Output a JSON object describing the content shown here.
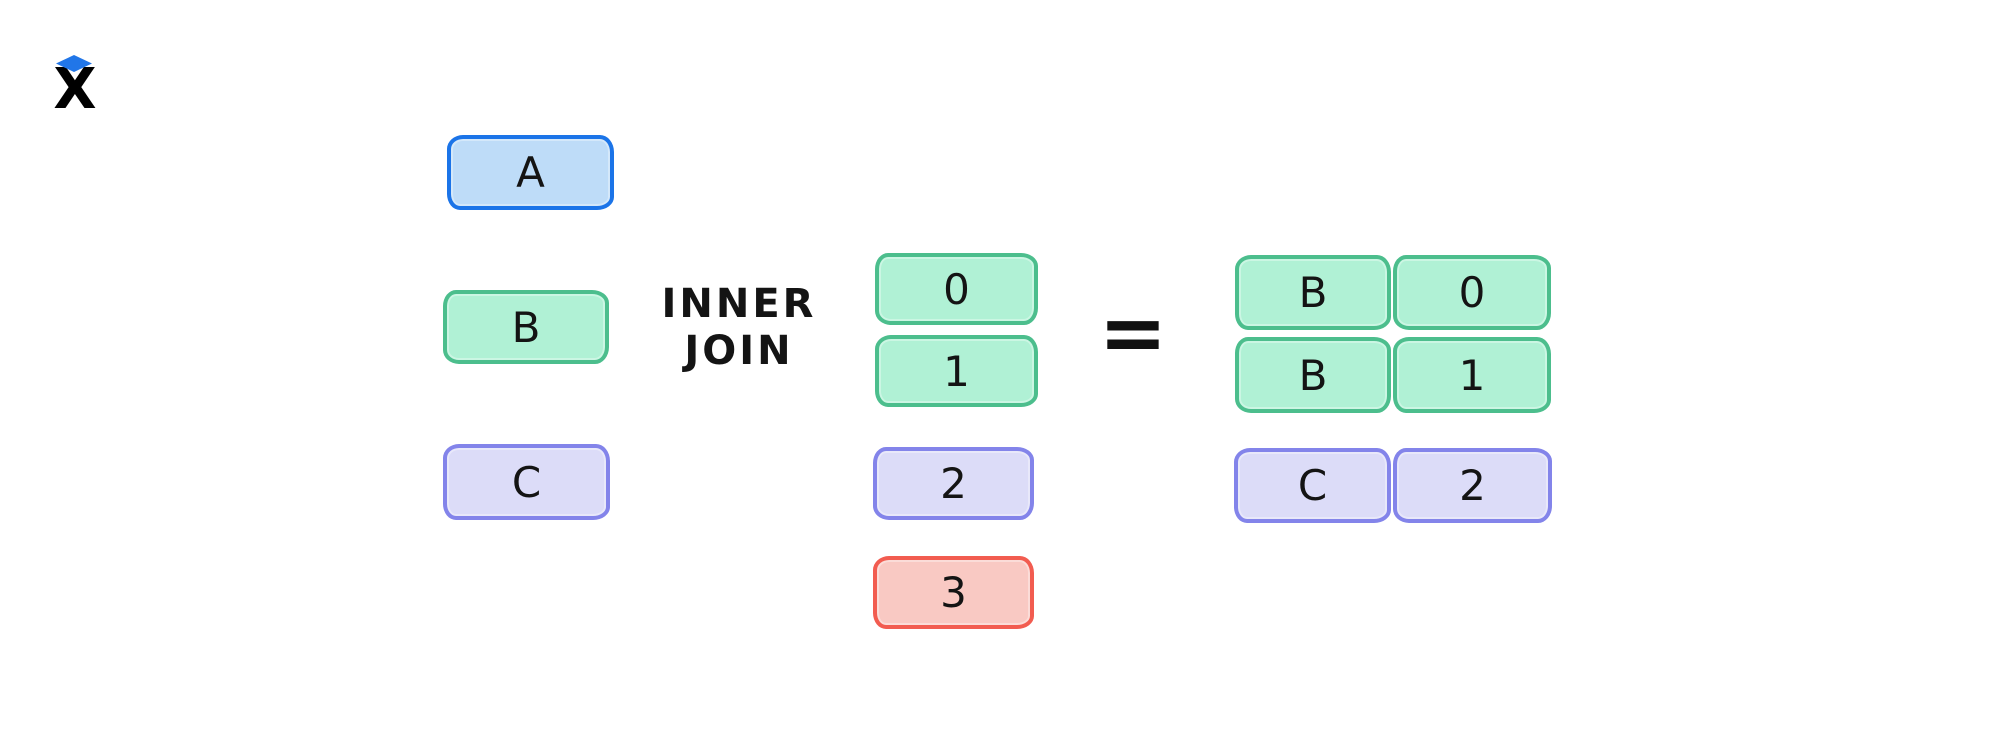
{
  "background": "#ffffff",
  "logo": {
    "letter": "X",
    "diamond_icon": "blue-diamond",
    "diamond_color": "#2176e8"
  },
  "colors": {
    "blue": {
      "fill": "#bedcf8",
      "border": "#1b74e8"
    },
    "green": {
      "fill": "#b0f1d5",
      "border": "#4cbe8d"
    },
    "purple": {
      "fill": "#dcdcf8",
      "border": "#8384ea"
    },
    "red": {
      "fill": "#f9c9c3",
      "border": "#f25c50"
    }
  },
  "diagram": {
    "operator_label_line1": "INNER",
    "operator_label_line2": "JOIN",
    "equals_label": "=",
    "left_table": [
      {
        "label": "A",
        "color": "blue"
      },
      {
        "label": "B",
        "color": "green"
      },
      {
        "label": "C",
        "color": "purple"
      }
    ],
    "right_table": [
      {
        "label": "0",
        "color": "green"
      },
      {
        "label": "1",
        "color": "green"
      },
      {
        "label": "2",
        "color": "purple"
      },
      {
        "label": "3",
        "color": "red"
      }
    ],
    "result_table": [
      {
        "key": "B",
        "value": "0",
        "color": "green"
      },
      {
        "key": "B",
        "value": "1",
        "color": "green"
      },
      {
        "key": "C",
        "value": "2",
        "color": "purple"
      }
    ]
  }
}
